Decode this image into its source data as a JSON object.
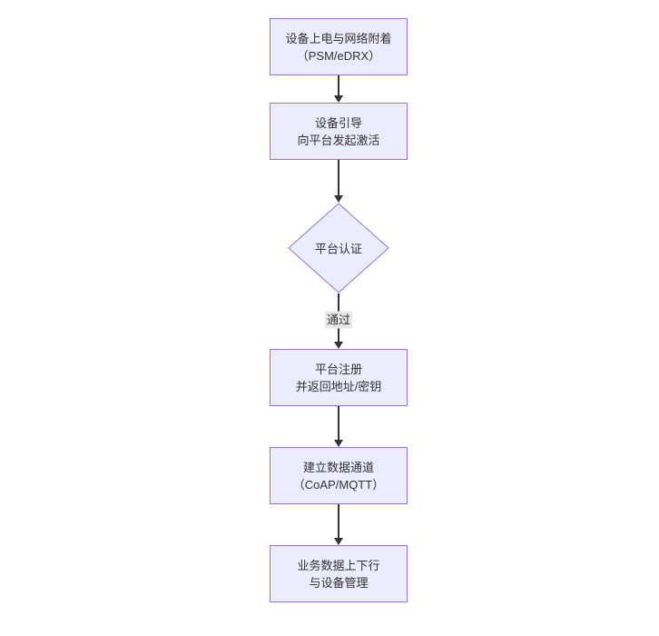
{
  "diagram": {
    "type": "flowchart",
    "direction": "top-down",
    "colors": {
      "background": "#ffffff",
      "node_fill": "#ECECFF",
      "node_border": "#9370DB",
      "edge": "#333333",
      "edge_label_bg": "#e8e8e8",
      "text": "#333333"
    },
    "nodes": [
      {
        "id": "n1",
        "shape": "rect",
        "lines": [
          "设备上电与网络附着",
          "（PSM/eDRX）"
        ]
      },
      {
        "id": "n2",
        "shape": "rect",
        "lines": [
          "设备引导",
          "向平台发起激活"
        ]
      },
      {
        "id": "n3",
        "shape": "diamond",
        "lines": [
          "平台认证"
        ]
      },
      {
        "id": "n4",
        "shape": "rect",
        "lines": [
          "平台注册",
          "并返回地址/密钥"
        ]
      },
      {
        "id": "n5",
        "shape": "rect",
        "lines": [
          "建立数据通道",
          "（CoAP/MQTT）"
        ]
      },
      {
        "id": "n6",
        "shape": "rect",
        "lines": [
          "业务数据上下行",
          "与设备管理"
        ]
      }
    ],
    "edges": [
      {
        "from": "n1",
        "to": "n2",
        "label": ""
      },
      {
        "from": "n2",
        "to": "n3",
        "label": ""
      },
      {
        "from": "n3",
        "to": "n4",
        "label": "通过"
      },
      {
        "from": "n4",
        "to": "n5",
        "label": ""
      },
      {
        "from": "n5",
        "to": "n6",
        "label": ""
      }
    ]
  }
}
